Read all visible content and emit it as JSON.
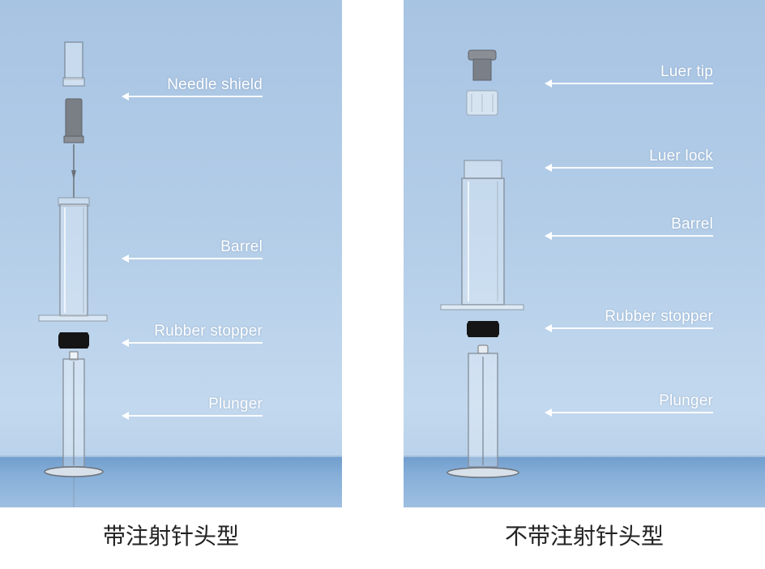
{
  "left": {
    "labels": [
      "Needle shield",
      "Barrel",
      "Rubber stopper",
      "Plunger"
    ],
    "caption": "带注射针头型"
  },
  "right": {
    "labels": [
      "Luer tip",
      "Luer lock",
      "Barrel",
      "Rubber stopper",
      "Plunger"
    ],
    "caption": "不带注射针头型"
  },
  "colors": {
    "background": "#b3cde8",
    "floor": "#7ea8d4",
    "label_text": "#ffffff"
  }
}
